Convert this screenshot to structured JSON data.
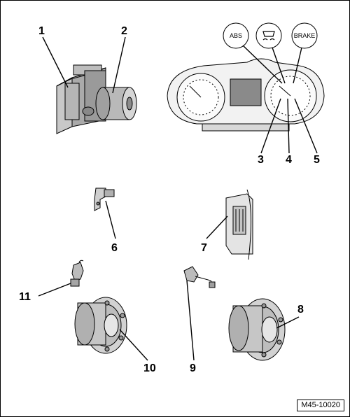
{
  "diagram": {
    "labels": {
      "l1": "1",
      "l2": "2",
      "l3": "3",
      "l4": "4",
      "l5": "5",
      "l6": "6",
      "l7": "7",
      "l8": "8",
      "l9": "9",
      "l10": "10",
      "l11": "11"
    },
    "callouts": {
      "abs": "ABS",
      "brake": "BRAKE"
    },
    "reference_code": "M45-10020"
  }
}
